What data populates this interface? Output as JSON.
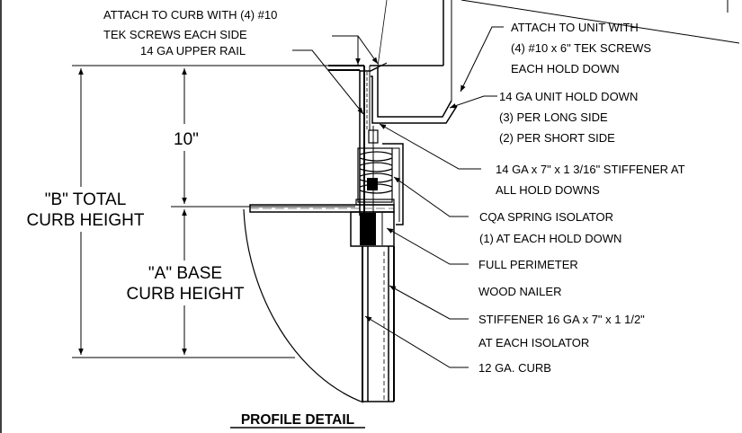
{
  "dimensions": {
    "upper_height": "10\"",
    "total_height": [
      "\"B\" TOTAL",
      "CURB HEIGHT"
    ],
    "base_height": [
      "\"A\" BASE",
      "CURB HEIGHT"
    ]
  },
  "callouts": {
    "attach_curb": [
      "ATTACH TO CURB WITH (4) #10",
      "TEK SCREWS EACH SIDE"
    ],
    "upper_rail": "14 GA UPPER RAIL",
    "attach_unit": [
      "ATTACH TO UNIT WITH",
      "(4) #10 x 6\" TEK SCREWS",
      "EACH HOLD DOWN"
    ],
    "unit_hold_down": [
      "14 GA UNIT HOLD DOWN",
      "(3) PER LONG SIDE",
      "(2) PER SHORT SIDE"
    ],
    "stiffener_top": [
      "14 GA x 7\" x 1 3/16\" STIFFENER AT",
      "ALL HOLD DOWNS"
    ],
    "spring_isolator": [
      "CQA SPRING ISOLATOR",
      "(1) AT EACH HOLD DOWN"
    ],
    "wood_nailer": [
      "FULL PERIMETER",
      "WOOD NAILER"
    ],
    "stiffener_bottom": [
      "STIFFENER 16 GA x 7\" x 1 1/2\"",
      "AT EACH ISOLATOR"
    ],
    "curb": "12 GA. CURB"
  },
  "title": "PROFILE DETAIL"
}
